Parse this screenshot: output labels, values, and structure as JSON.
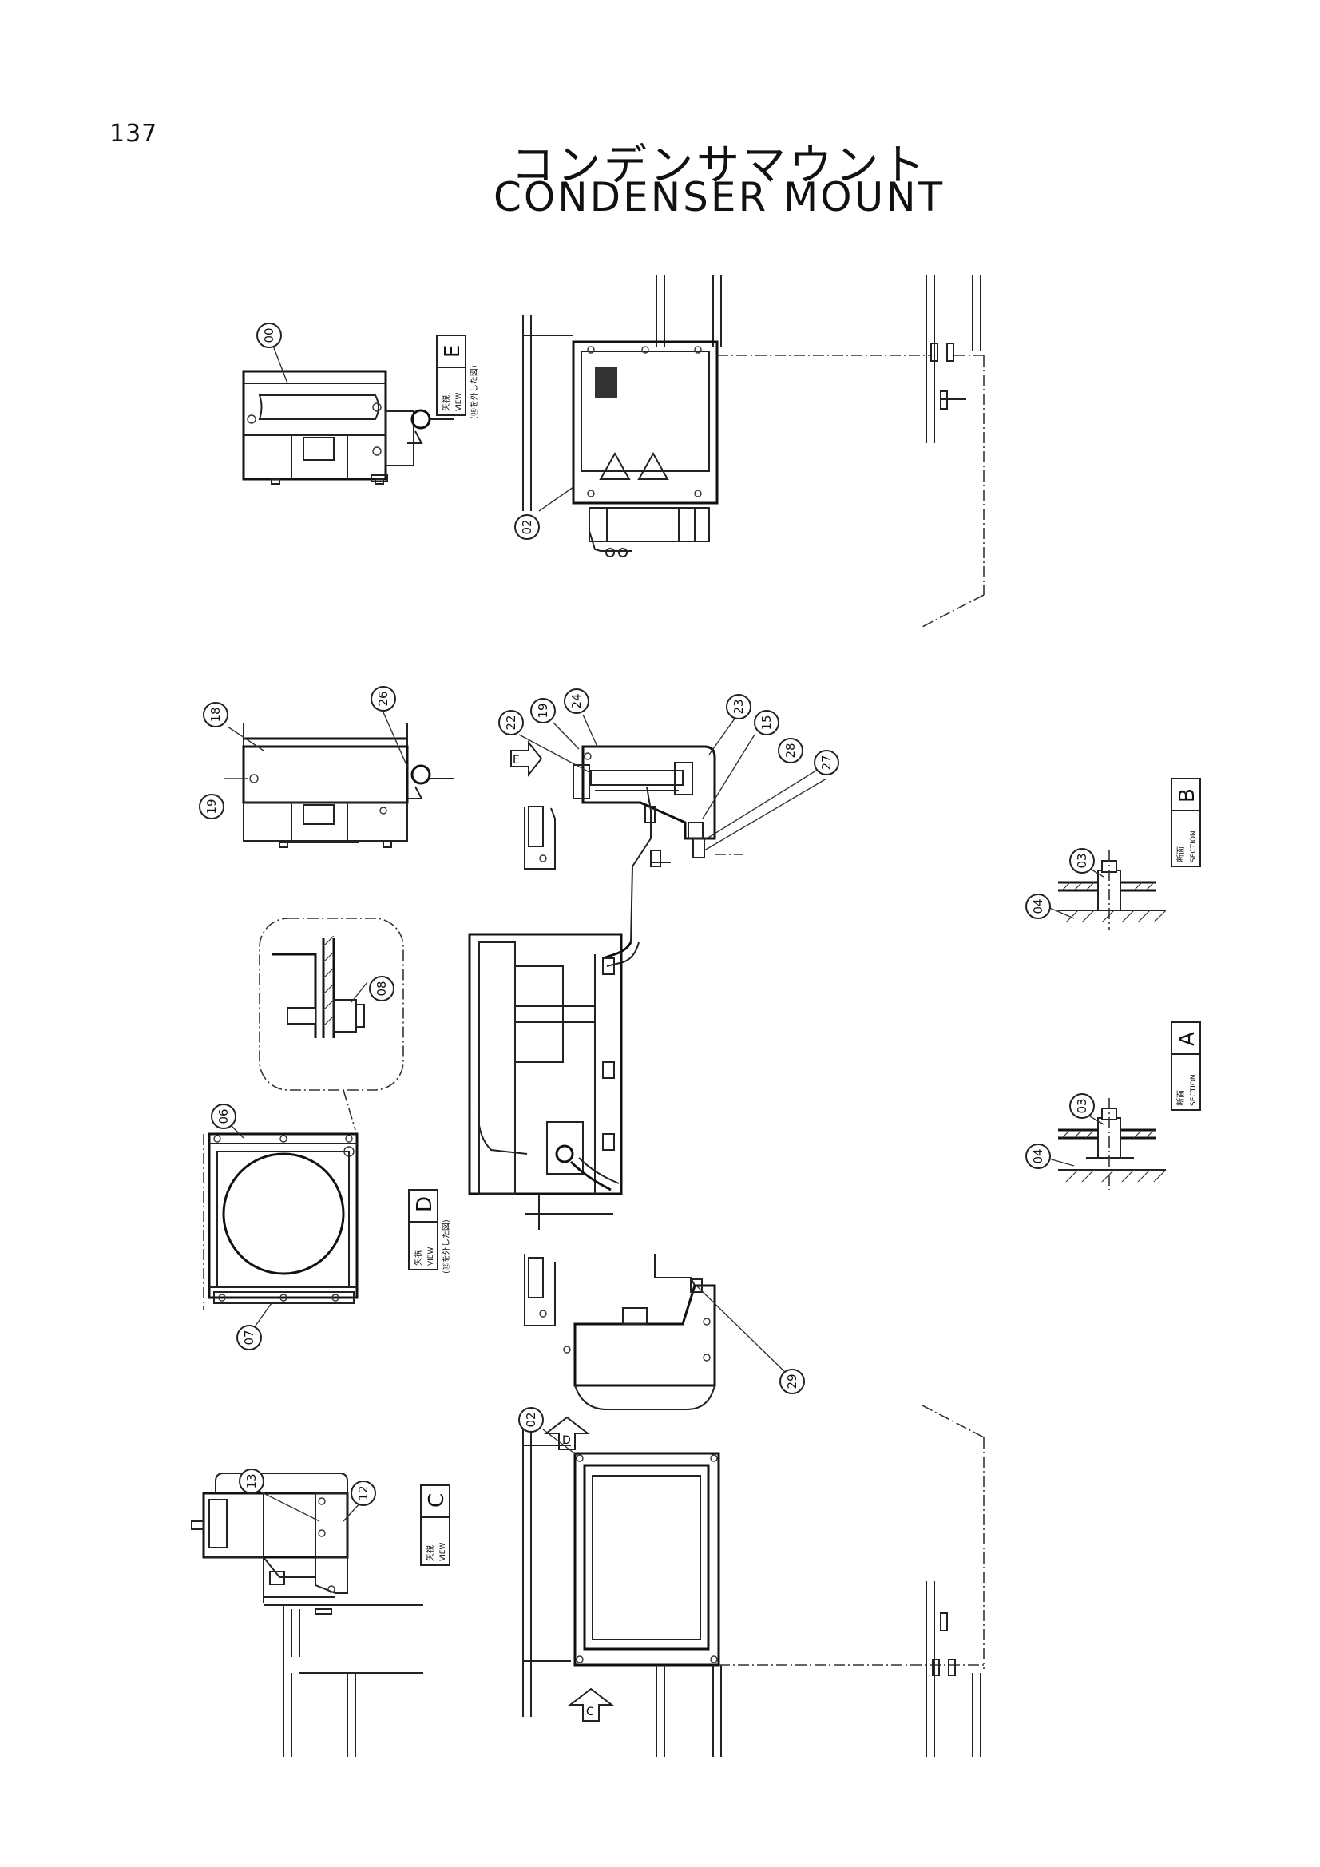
{
  "page_number": "137",
  "title": {
    "japanese": "コンデンサマウント",
    "english": "CONDENSER MOUNT"
  },
  "callouts": [
    "00",
    "02",
    "19",
    "18",
    "26",
    "22",
    "19",
    "24",
    "23",
    "15",
    "28",
    "27",
    "03",
    "04",
    "08",
    "06",
    "07",
    "03",
    "04",
    "29",
    "02",
    "13",
    "12"
  ],
  "view_labels": [
    {
      "letter": "E",
      "kanji": "矢視",
      "word": "VIEW",
      "note": "(⑱を外した図)"
    },
    {
      "letter": "D",
      "kanji": "矢視",
      "word": "VIEW",
      "note": "(⑫を外した図)"
    },
    {
      "letter": "C",
      "kanji": "矢視",
      "word": "VIEW",
      "note": ""
    },
    {
      "letter": "B",
      "kanji": "断面",
      "word": "SECTION",
      "note": ""
    },
    {
      "letter": "A",
      "kanji": "断面",
      "word": "SECTION",
      "note": ""
    }
  ],
  "arrows": [
    "E",
    "D",
    "C"
  ]
}
